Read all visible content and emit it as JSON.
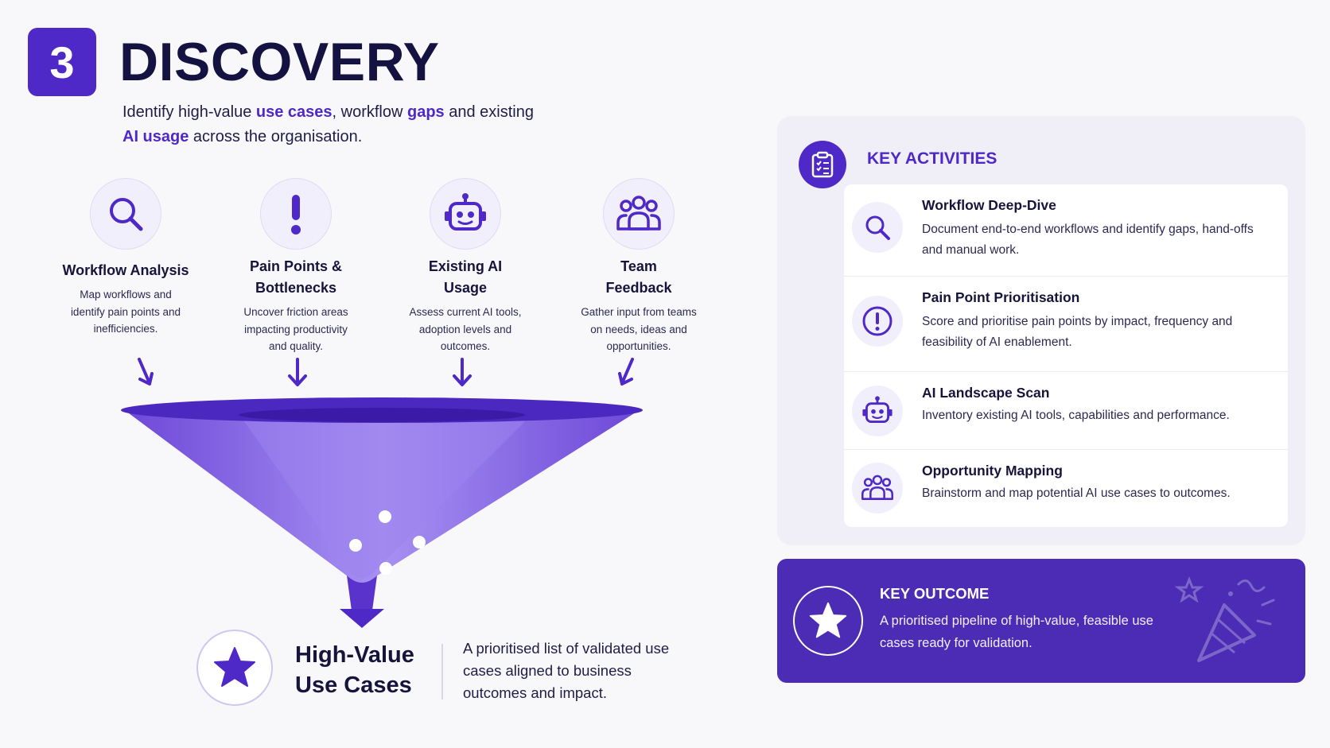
{
  "header": {
    "step_number": "3",
    "title": "DISCOVERY",
    "subtitle": {
      "part1": "Identify high-value ",
      "hl1": "use cases",
      "part2": ", workflow ",
      "hl2": "gaps",
      "part3": " and existing ",
      "hl3": "AI usage",
      "part4": " across the organisation."
    }
  },
  "inputs": [
    {
      "icon": "magnifier-icon",
      "title": "Workflow Analysis",
      "desc": "Map workflows and identify pain points and inefficiencies."
    },
    {
      "icon": "exclamation-icon",
      "title": "Pain Points & Bottlenecks",
      "desc": "Uncover friction areas impacting productivity and quality."
    },
    {
      "icon": "robot-icon",
      "title": "Existing AI Usage",
      "desc": "Assess current AI tools, adoption levels and outcomes."
    },
    {
      "icon": "team-icon",
      "title": "Team Feedback",
      "desc": "Gather input from teams on needs, ideas and opportunities."
    }
  ],
  "result": {
    "icon": "star-icon",
    "title_line1": "High-Value",
    "title_line2": "Use Cases",
    "desc": "A prioritised list of validated use cases aligned to business outcomes and impact."
  },
  "key_activities": {
    "heading": "KEY ACTIVITIES",
    "icon": "clipboard-icon",
    "items": [
      {
        "icon": "magnifier-icon",
        "title": "Workflow Deep-Dive",
        "desc": "Document end-to-end workflows and identify gaps, hand-offs and manual work."
      },
      {
        "icon": "exclamation-circle-icon",
        "title": "Pain Point Prioritisation",
        "desc": "Score and prioritise pain points by impact, frequency and feasibility of AI enablement."
      },
      {
        "icon": "robot-icon",
        "title": "AI Landscape Scan",
        "desc": "Inventory existing AI tools, capabilities and performance."
      },
      {
        "icon": "team-icon",
        "title": "Opportunity Mapping",
        "desc": "Brainstorm and map potential AI use cases to outcomes."
      }
    ]
  },
  "key_outcome": {
    "heading": "KEY OUTCOME",
    "icon": "star-icon",
    "desc": "A prioritised pipeline of high-value, feasible use cases ready for validation."
  },
  "colors": {
    "accent": "#4f28c8",
    "outcome_bg": "#4c2bb5",
    "funnel_top": "#5b3bd0",
    "funnel_body": "#8c6ee6",
    "text_dark": "#16143a"
  }
}
